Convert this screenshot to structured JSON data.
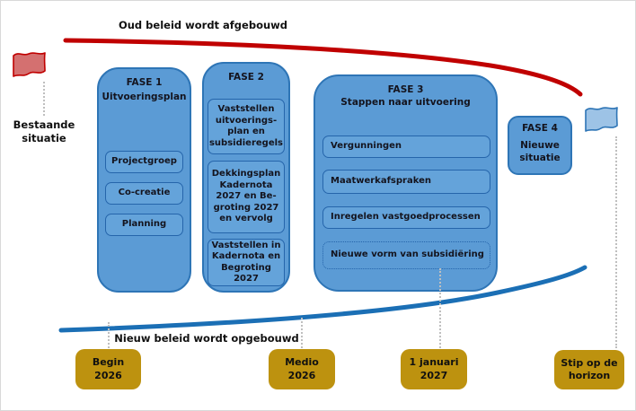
{
  "header": {
    "old_policy_label": "Oud beleid wordt afgebouwd"
  },
  "footer": {
    "new_policy_label": "Nieuw beleid wordt opgebouwd"
  },
  "start": {
    "label": "Bestaande\nsituatie"
  },
  "phases": [
    {
      "title": "FASE 1",
      "subtitle": "Uitvoeringsplan",
      "items": [
        "Projectgroep",
        "Co-creatie",
        "Planning"
      ]
    },
    {
      "title": "FASE 2",
      "items": [
        "Vaststellen\nuitvoerings-\nplan en\nsubsidieregels",
        "Dekkingsplan\nKadernota\n2027 en Be-\ngroting 2027\nen vervolg",
        "Vaststellen in\nKadernota en\nBegroting 2027"
      ]
    },
    {
      "title": "FASE 3",
      "subtitle": "Stappen naar uitvoering",
      "items": [
        "Vergunningen",
        "Maatwerkafspraken",
        "Inregelen vastgoedprocessen",
        "Nieuwe vorm van subsidiëring"
      ]
    },
    {
      "title": "FASE 4",
      "subtitle": "Nieuwe\nsituatie"
    }
  ],
  "milestones": [
    {
      "label": "Begin\n2026"
    },
    {
      "label": "Medio\n2026"
    },
    {
      "label": "1 januari\n2027"
    },
    {
      "label": "Stip op de\nhorizon"
    }
  ],
  "colors": {
    "old_policy_curve": "#c00000",
    "new_policy_curve": "#1b6fb5",
    "phase_fill": "#5b9bd5",
    "phase_border": "#2e75b6",
    "flag_red_fill": "#d47070",
    "flag_red_stroke": "#c00000",
    "flag_blue_fill": "#9dc3e6",
    "flag_blue_stroke": "#2e75b6",
    "milestone_fill": "#bd920f"
  }
}
